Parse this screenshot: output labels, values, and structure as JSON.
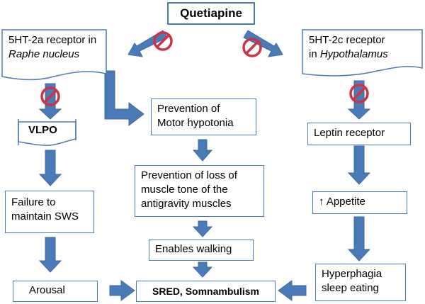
{
  "colors": {
    "border": "#4a7ab8",
    "arrow": "#4a7ab8",
    "arrow_edge": "#3a6aa0",
    "block_symbol": "#cc3344"
  },
  "nodes": {
    "quetiapine": "Quetiapine",
    "raphe_line1": "5HT-2a receptor in",
    "raphe_line2": "Raphe nucleus",
    "hypo_line1": "5HT-2c receptor",
    "hypo_line2_prefix": "in ",
    "hypo_line2": "Hypothalamus",
    "vlpo": "VLPO",
    "motor_line1": "Prevention of",
    "motor_line2": "Motor hypotonia",
    "leptin": "Leptin receptor",
    "muscle_line1": "Prevention of loss of",
    "muscle_line2": "muscle tone of the",
    "muscle_line3": "antigravity muscles",
    "failure_line1": "Failure to",
    "failure_line2": "maintain SWS",
    "appetite": "↑ Appetite",
    "walking": "Enables walking",
    "hyper_line1": "Hyperphagia",
    "hyper_line2": "sleep eating",
    "arousal": "Arousal",
    "sred": "SRED, Somnambulism"
  },
  "icons": {
    "block": "prohibition-icon",
    "arrow": "block-arrow-icon"
  }
}
